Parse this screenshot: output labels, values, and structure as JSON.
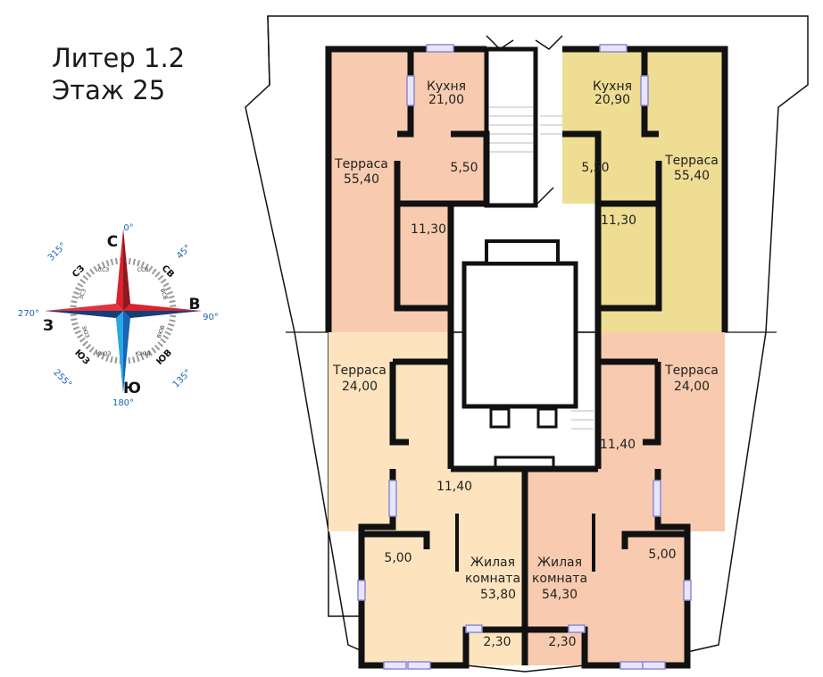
{
  "header": {
    "liter": "Литер 1.2",
    "floor": "Этаж 25"
  },
  "colors": {
    "salmon": "#f8cbb0",
    "yellow": "#eedd93",
    "peach": "#fde4bf",
    "wall": "#111111",
    "window": "#9a96e0",
    "compass_red": "#d9232e",
    "compass_blue": "#1b63b5"
  },
  "compass": {
    "main": {
      "n": "С",
      "e": "В",
      "s": "Ю",
      "w": "З"
    },
    "inter": {
      "nw": "СЗ",
      "ne": "СВ",
      "sw": "ЮЗ",
      "se": "ЮВ"
    },
    "minor": {
      "nnw": "ССЗ",
      "nne": "ССВ",
      "ene": "ВСВ",
      "ese": "ВЮВ",
      "sse": "ЮЮВ",
      "ssw": "ЮЮЗ",
      "wsw": "ЗЮЗ",
      "wnw": "ЗСЗ"
    },
    "degrees": {
      "n": "0°",
      "ne": "45°",
      "e": "90°",
      "se": "135°",
      "s": "180°",
      "sw": "255°",
      "w": "270°",
      "nw": "315°"
    }
  },
  "rooms": {
    "tl_kitchen": {
      "name": "Кухня",
      "area": "21,00"
    },
    "tl_terrace": {
      "name": "Терраса",
      "area": "55,40"
    },
    "tl_bath": {
      "area": "5,50"
    },
    "tl_hall": {
      "area": "11,30"
    },
    "tr_kitchen": {
      "name": "Кухня",
      "area": "20,90"
    },
    "tr_terrace": {
      "name": "Терраса",
      "area": "55,40"
    },
    "tr_bath": {
      "area": "5,50"
    },
    "tr_hall": {
      "area": "11,30"
    },
    "bl_terrace": {
      "name": "Терраса",
      "area": "24,00"
    },
    "bl_hall": {
      "area": "11,40"
    },
    "bl_bath": {
      "area": "5,00"
    },
    "bl_living": {
      "name1": "Жилая",
      "name2": "комната",
      "area": "53,80"
    },
    "bl_balcony": {
      "area": "2,30"
    },
    "br_terrace": {
      "name": "Терраса",
      "area": "24,00"
    },
    "br_hall": {
      "area": "11,40"
    },
    "br_bath": {
      "area": "5,00"
    },
    "br_living": {
      "name1": "Жилая",
      "name2": "комната",
      "area": "54,30"
    },
    "br_balcony": {
      "area": "2,30"
    }
  }
}
